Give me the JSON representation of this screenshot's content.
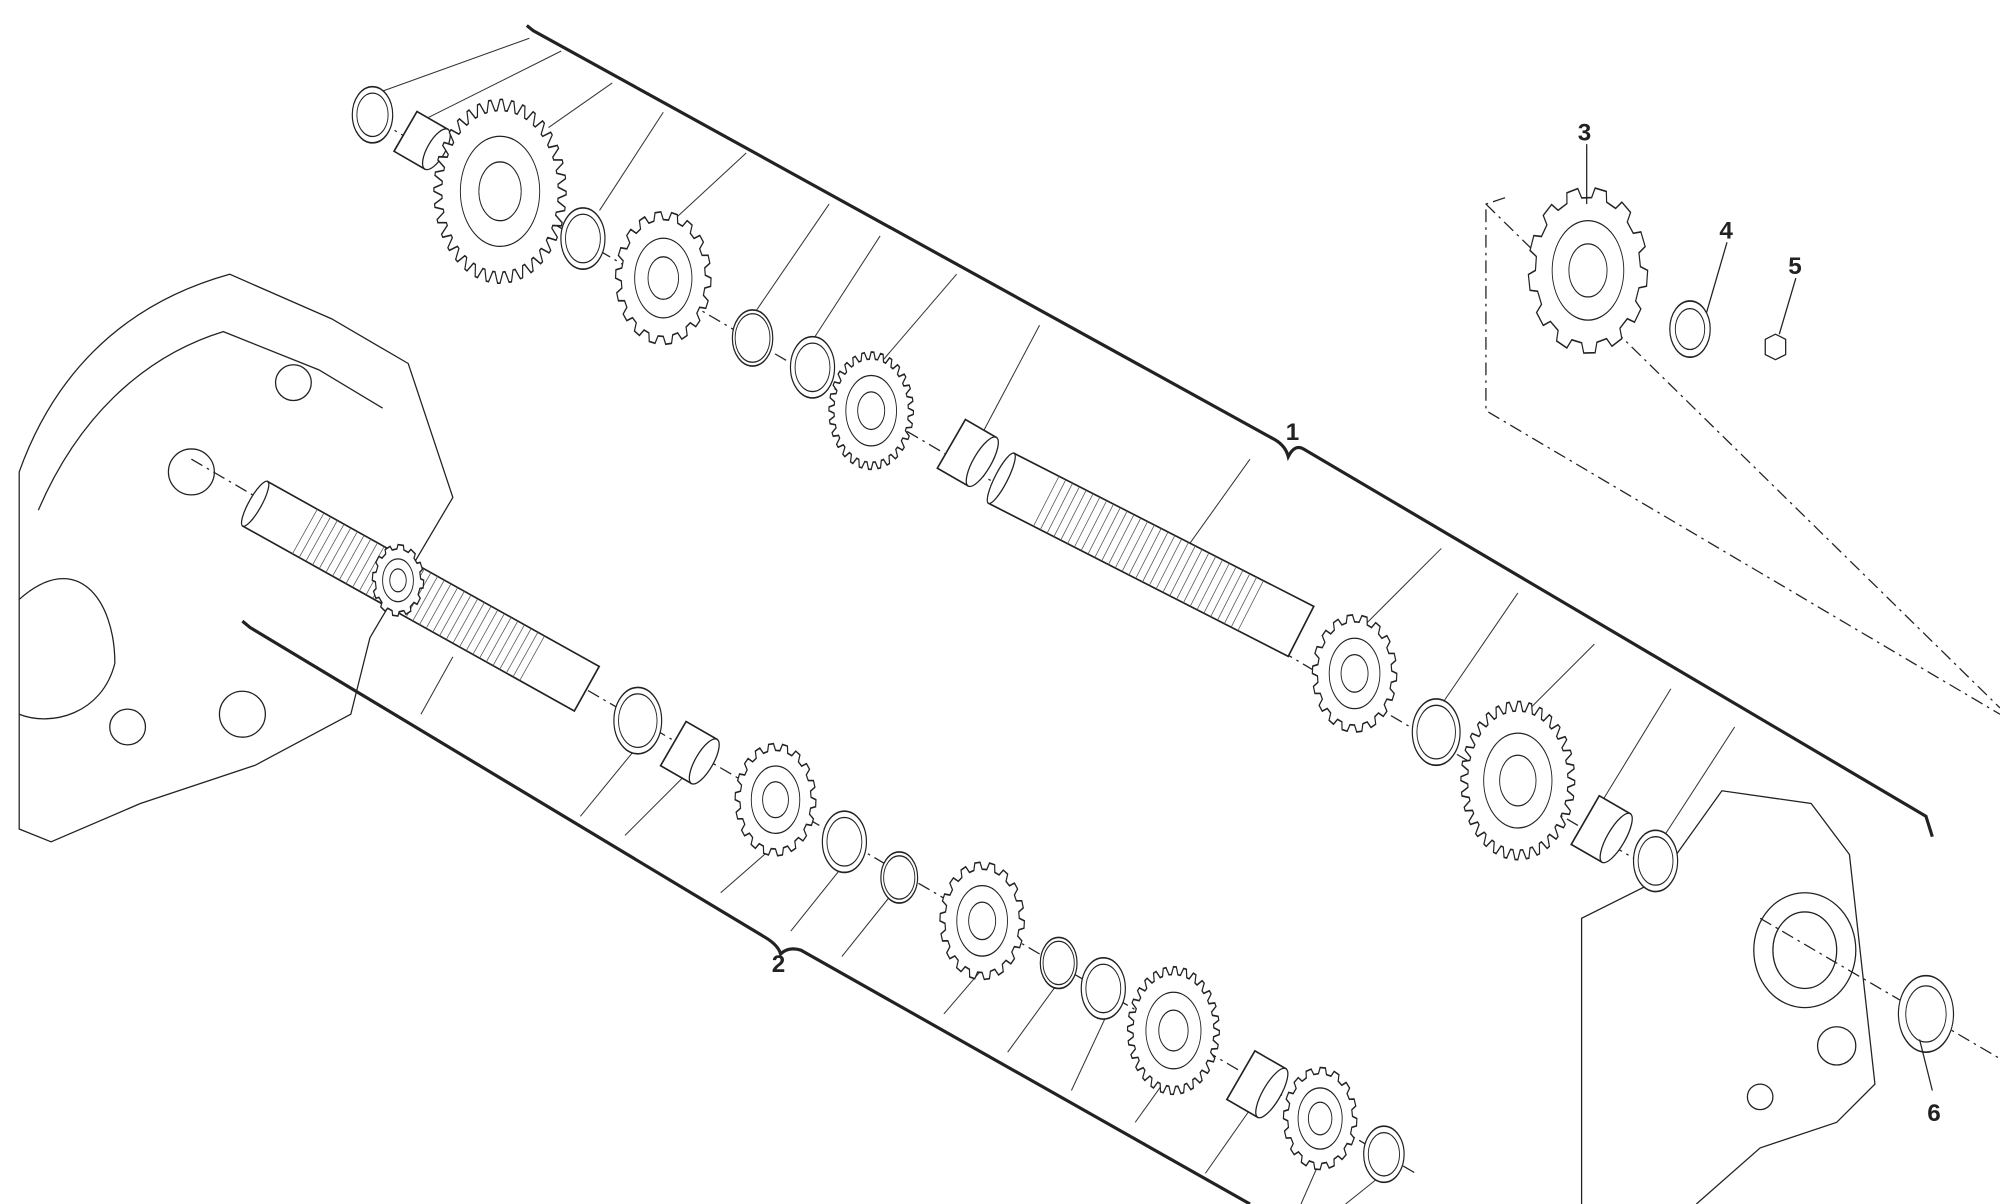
{
  "diagram": {
    "type": "exploded parts diagram",
    "callouts": [
      {
        "id": "1",
        "text": "1"
      },
      {
        "id": "2",
        "text": "2"
      },
      {
        "id": "3",
        "text": "3"
      },
      {
        "id": "4",
        "text": "4"
      },
      {
        "id": "5",
        "text": "5"
      },
      {
        "id": "6",
        "text": "6"
      }
    ],
    "line_color": "#222222",
    "background": "#ffffff"
  }
}
